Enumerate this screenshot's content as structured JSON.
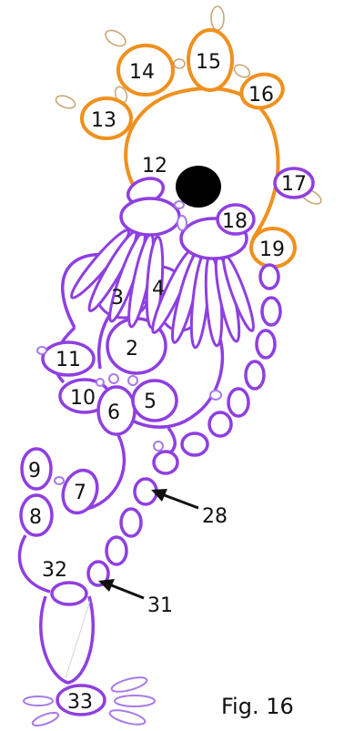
{
  "colors": {
    "orange": "#f0901e",
    "purple": "#8f3fe0",
    "black": "#000000",
    "light_purple": "#a77ae8",
    "beige": "#c8a878"
  },
  "figure": {
    "caption": "Fig. 16",
    "labels": {
      "n2": "2",
      "n3": "3",
      "n4": "4",
      "n5": "5",
      "n6": "6",
      "n7": "7",
      "n8": "8",
      "n9": "9",
      "n10": "10",
      "n11": "11",
      "n12": "12",
      "n13": "13",
      "n14": "14",
      "n15": "15",
      "n16": "16",
      "n17": "17",
      "n18": "18",
      "n19": "19",
      "n28": "28",
      "n31": "31",
      "n32": "32",
      "n33": "33"
    }
  }
}
